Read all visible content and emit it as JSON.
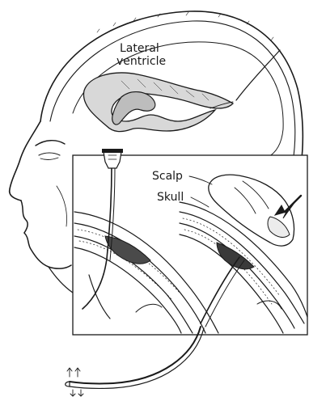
{
  "labels": {
    "lateral_ventricle_line1": "Lateral",
    "lateral_ventricle_line2": "ventricle",
    "scalp": "Scalp",
    "skull": "Skull"
  }
}
